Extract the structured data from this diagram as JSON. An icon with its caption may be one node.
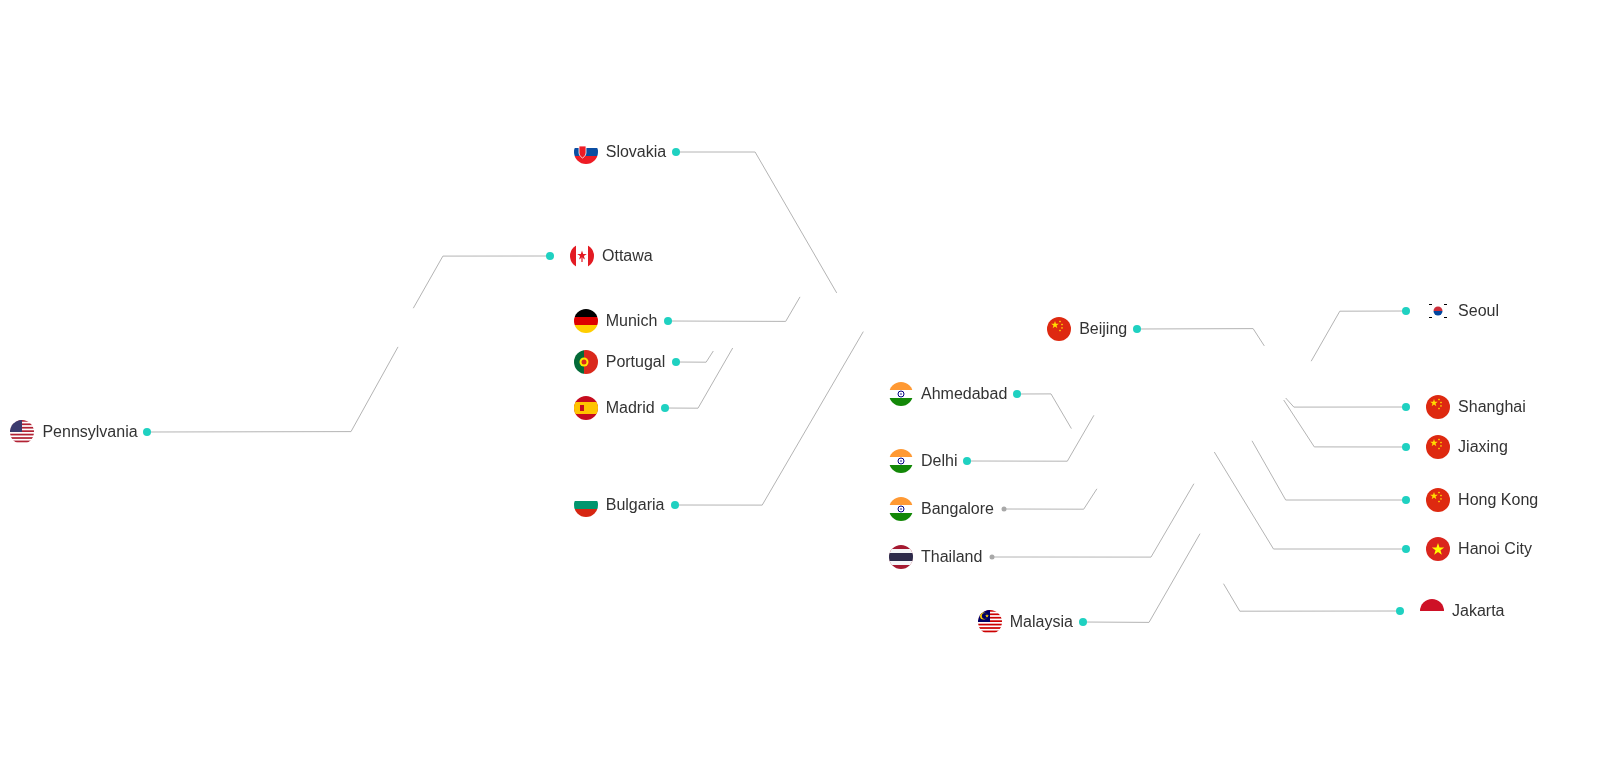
{
  "diagram": {
    "nodes": [
      {
        "text": [
          "Slovakia"
        ]
      },
      {
        "text": [
          "Ottawa"
        ]
      },
      {
        "text": [
          "Seoul"
        ]
      },
      {
        "text": [
          "Munich"
        ]
      },
      {
        "text": [
          "Beijing"
        ]
      },
      {
        "text": [
          "Portugal"
        ]
      },
      {
        "text": [
          "Ahmedabad"
        ]
      },
      {
        "text": [
          "Shanghai"
        ]
      },
      {
        "text": [
          "Madrid"
        ]
      },
      {
        "text": [
          "Pennsylvania"
        ]
      },
      {
        "text": [
          "Jiaxing"
        ]
      },
      {
        "text": [
          "Delhi"
        ]
      },
      {
        "text": [
          "Hong Kong"
        ]
      },
      {
        "text": [
          "Bulgaria"
        ]
      },
      {
        "text": [
          "Bangalore"
        ]
      },
      {
        "text": [
          "Hanoi City"
        ]
      },
      {
        "text": [
          "Thailand"
        ]
      },
      {
        "text": [
          "Jakarta"
        ]
      },
      {
        "text": [
          "Malaysia"
        ]
      }
    ],
    "edges": [
      {
        "from": 0,
        "to": null,
        "arrow": "other"
      },
      {
        "from": 1,
        "to": null,
        "arrow": "other"
      },
      {
        "from": 2,
        "to": null,
        "arrow": "other"
      },
      {
        "from": 3,
        "to": null,
        "arrow": "other"
      },
      {
        "from": 4,
        "to": null,
        "arrow": "other"
      },
      {
        "from": 5,
        "to": null,
        "arrow": "other"
      },
      {
        "from": 6,
        "to": null,
        "arrow": "other"
      },
      {
        "from": 7,
        "to": null,
        "arrow": "other"
      },
      {
        "from": 8,
        "to": null,
        "arrow": "other"
      },
      {
        "from": 9,
        "to": null,
        "arrow": "other"
      },
      {
        "from": 10,
        "to": null,
        "arrow": "other"
      },
      {
        "from": 11,
        "to": null,
        "arrow": "other"
      },
      {
        "from": 12,
        "to": null,
        "arrow": "other"
      },
      {
        "from": 13,
        "to": null,
        "arrow": "other"
      },
      {
        "from": 14,
        "to": null,
        "arrow": "other"
      },
      {
        "from": 15,
        "to": null,
        "arrow": "other"
      },
      {
        "from": 16,
        "to": null,
        "arrow": "other"
      },
      {
        "from": 17,
        "to": null,
        "arrow": "other"
      },
      {
        "from": 18,
        "to": null,
        "arrow": "other"
      }
    ]
  }
}
